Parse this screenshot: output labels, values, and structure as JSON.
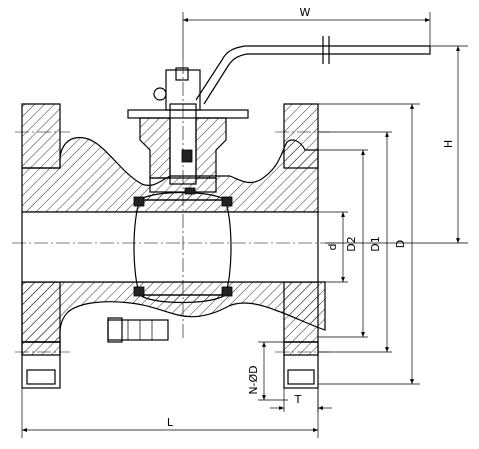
{
  "labels": {
    "W": "W",
    "H": "H",
    "d": "d",
    "D2": "D2",
    "D1": "D1",
    "D": "D",
    "N_OD": "N-ØD",
    "T": "T",
    "L": "L"
  }
}
